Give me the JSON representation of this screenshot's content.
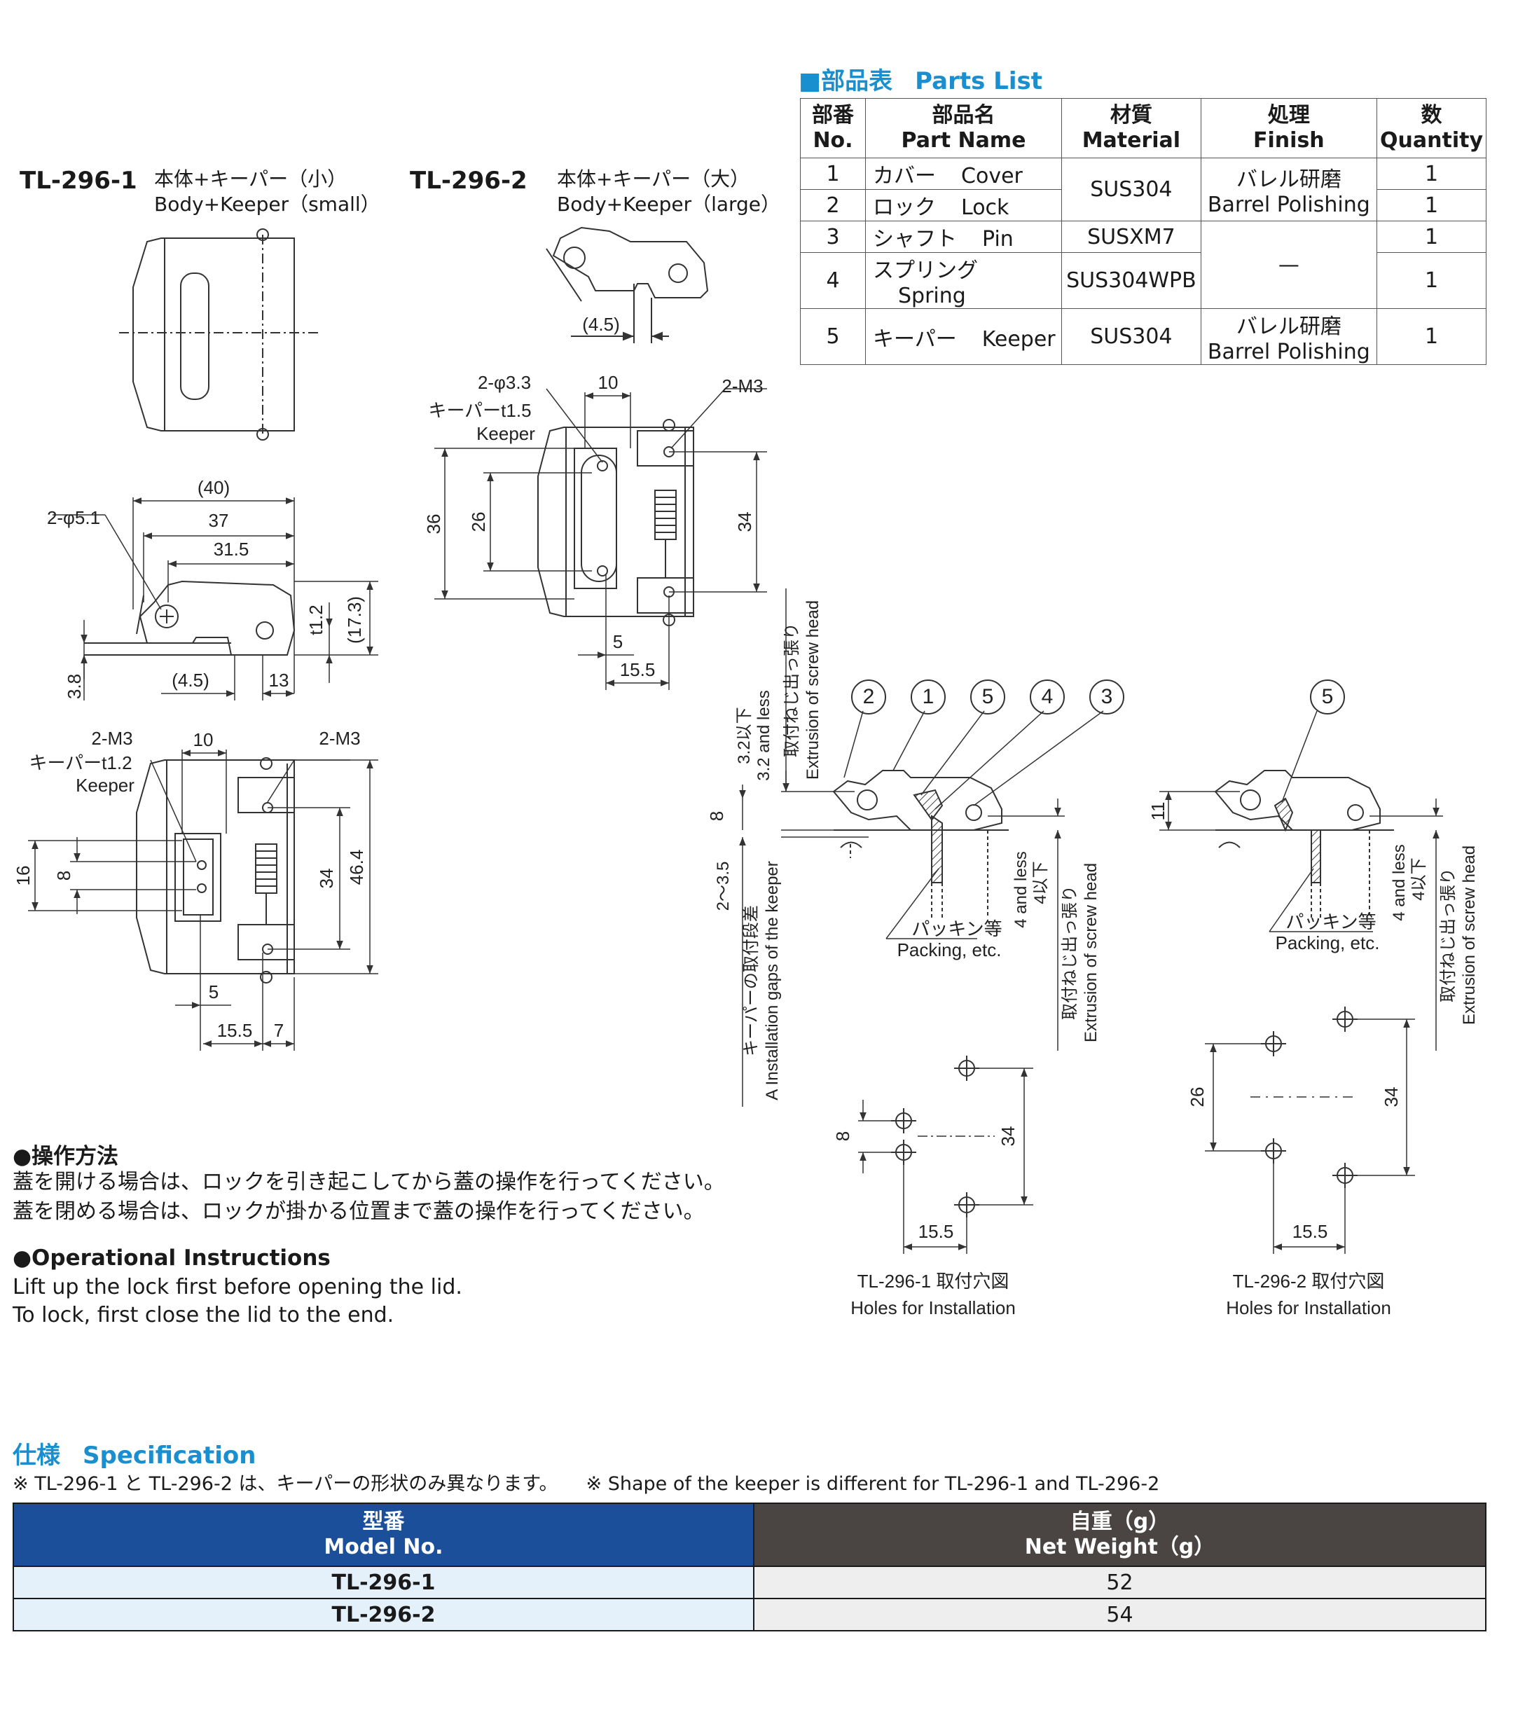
{
  "parts_list": {
    "title_ja": "■部品表",
    "title_en": "Parts List",
    "headers": [
      {
        "ja": "部番",
        "en": "No."
      },
      {
        "ja": "部品名",
        "en": "Part Name"
      },
      {
        "ja": "材質",
        "en": "Material"
      },
      {
        "ja": "処理",
        "en": "Finish"
      },
      {
        "ja": "数",
        "en": "Quantity"
      }
    ],
    "rows": [
      {
        "no": "1",
        "name_ja": "カバー",
        "name_en": "Cover",
        "qty": "1"
      },
      {
        "no": "2",
        "name_ja": "ロック",
        "name_en": "Lock",
        "qty": "1"
      },
      {
        "no": "3",
        "name_ja": "シャフト",
        "name_en": "Pin",
        "material": "SUSXM7",
        "qty": "1"
      },
      {
        "no": "4",
        "name_ja": "スプリング",
        "name_en": "Spring",
        "material": "SUS304WPB",
        "qty": "1"
      },
      {
        "no": "5",
        "name_ja": "キーパー",
        "name_en": "Keeper",
        "material": "SUS304",
        "finish_ja": "バレル研磨",
        "finish_en": "Barrel Polishing",
        "qty": "1"
      }
    ],
    "material_1_2": "SUS304",
    "finish_1_2_ja": "バレル研磨",
    "finish_1_2_en": "Barrel Polishing",
    "finish_3_4": "—"
  },
  "models": {
    "tl1": {
      "code": "TL-296-1",
      "ja": "本体+キーパー（小）",
      "en": "Body+Keeper（small）"
    },
    "tl2": {
      "code": "TL-296-2",
      "ja": "本体+キーパー（大）",
      "en": "Body+Keeper（large）"
    }
  },
  "dims": {
    "d40": "(40)",
    "d37": "37",
    "d31_5": "31.5",
    "phi5_1": "2-φ5.1",
    "t1_2": "t1.2",
    "d17_3": "(17.3)",
    "d3_8": "3.8",
    "d4_5": "(4.5)",
    "d13": "13",
    "m3": "2-M3",
    "d10": "10",
    "keeper_t12": "キーパーt1.2",
    "keeper": "Keeper",
    "d16": "16",
    "d8": "8",
    "d34": "34",
    "d46_4": "46.4",
    "d5": "5",
    "d15_5": "15.5",
    "d7": "7",
    "phi3_3": "2-φ3.3",
    "keeper_t15": "キーパーt1.5",
    "d36": "36",
    "d26": "26",
    "c2": "2",
    "c1": "1",
    "c5": "5",
    "c4": "4",
    "c3": "3",
    "d11": "11",
    "v_32": "3.2以下",
    "v_32en": "3.2 and less",
    "v_ext_ja": "取付ねじ出っ張り",
    "v_ext_en": "Extrusion of screw head",
    "v_235": "2〜3.5",
    "v_gap_ja": "キーパーの取付段差",
    "v_gap_en": "A Installation gaps of the keeper",
    "v_4ja": "4以下",
    "v_4en": "4 and less",
    "packing_ja": "パッキン等",
    "packing_en": "Packing, etc."
  },
  "holes": {
    "tl1_ja": "TL-296-1 取付穴図",
    "tl2_ja": "TL-296-2 取付穴図",
    "en": "Holes for Installation"
  },
  "instructions": {
    "ja_title": "●操作方法",
    "ja_line1": "蓋を開ける場合は、ロックを引き起こしてから蓋の操作を行ってください。",
    "ja_line2": "蓋を閉める場合は、ロックが掛かる位置まで蓋の操作を行ってください。",
    "en_title": "●Operational Instructions",
    "en_line1": "Lift up the lock first before opening the lid.",
    "en_line2": "To lock, first close the lid to the end."
  },
  "spec": {
    "title_ja": "仕様",
    "title_en": "Specification",
    "note_ja": "※ TL-296-1 と TL-296-2 は、キーパーの形状のみ異なります。",
    "note_en": "※ Shape of the keeper is different for TL-296-1 and TL-296-2",
    "col1_ja": "型番",
    "col1_en": "Model No.",
    "col2_ja": "自重（g）",
    "col2_en": "Net Weight（g）",
    "rows": [
      {
        "model": "TL-296-1",
        "weight": "52"
      },
      {
        "model": "TL-296-2",
        "weight": "54"
      }
    ]
  },
  "colors": {
    "accent": "#1a8fd0",
    "spec_model_header": "#1c4f9a",
    "spec_weight_header": "#4a4543",
    "line": "#333333"
  }
}
